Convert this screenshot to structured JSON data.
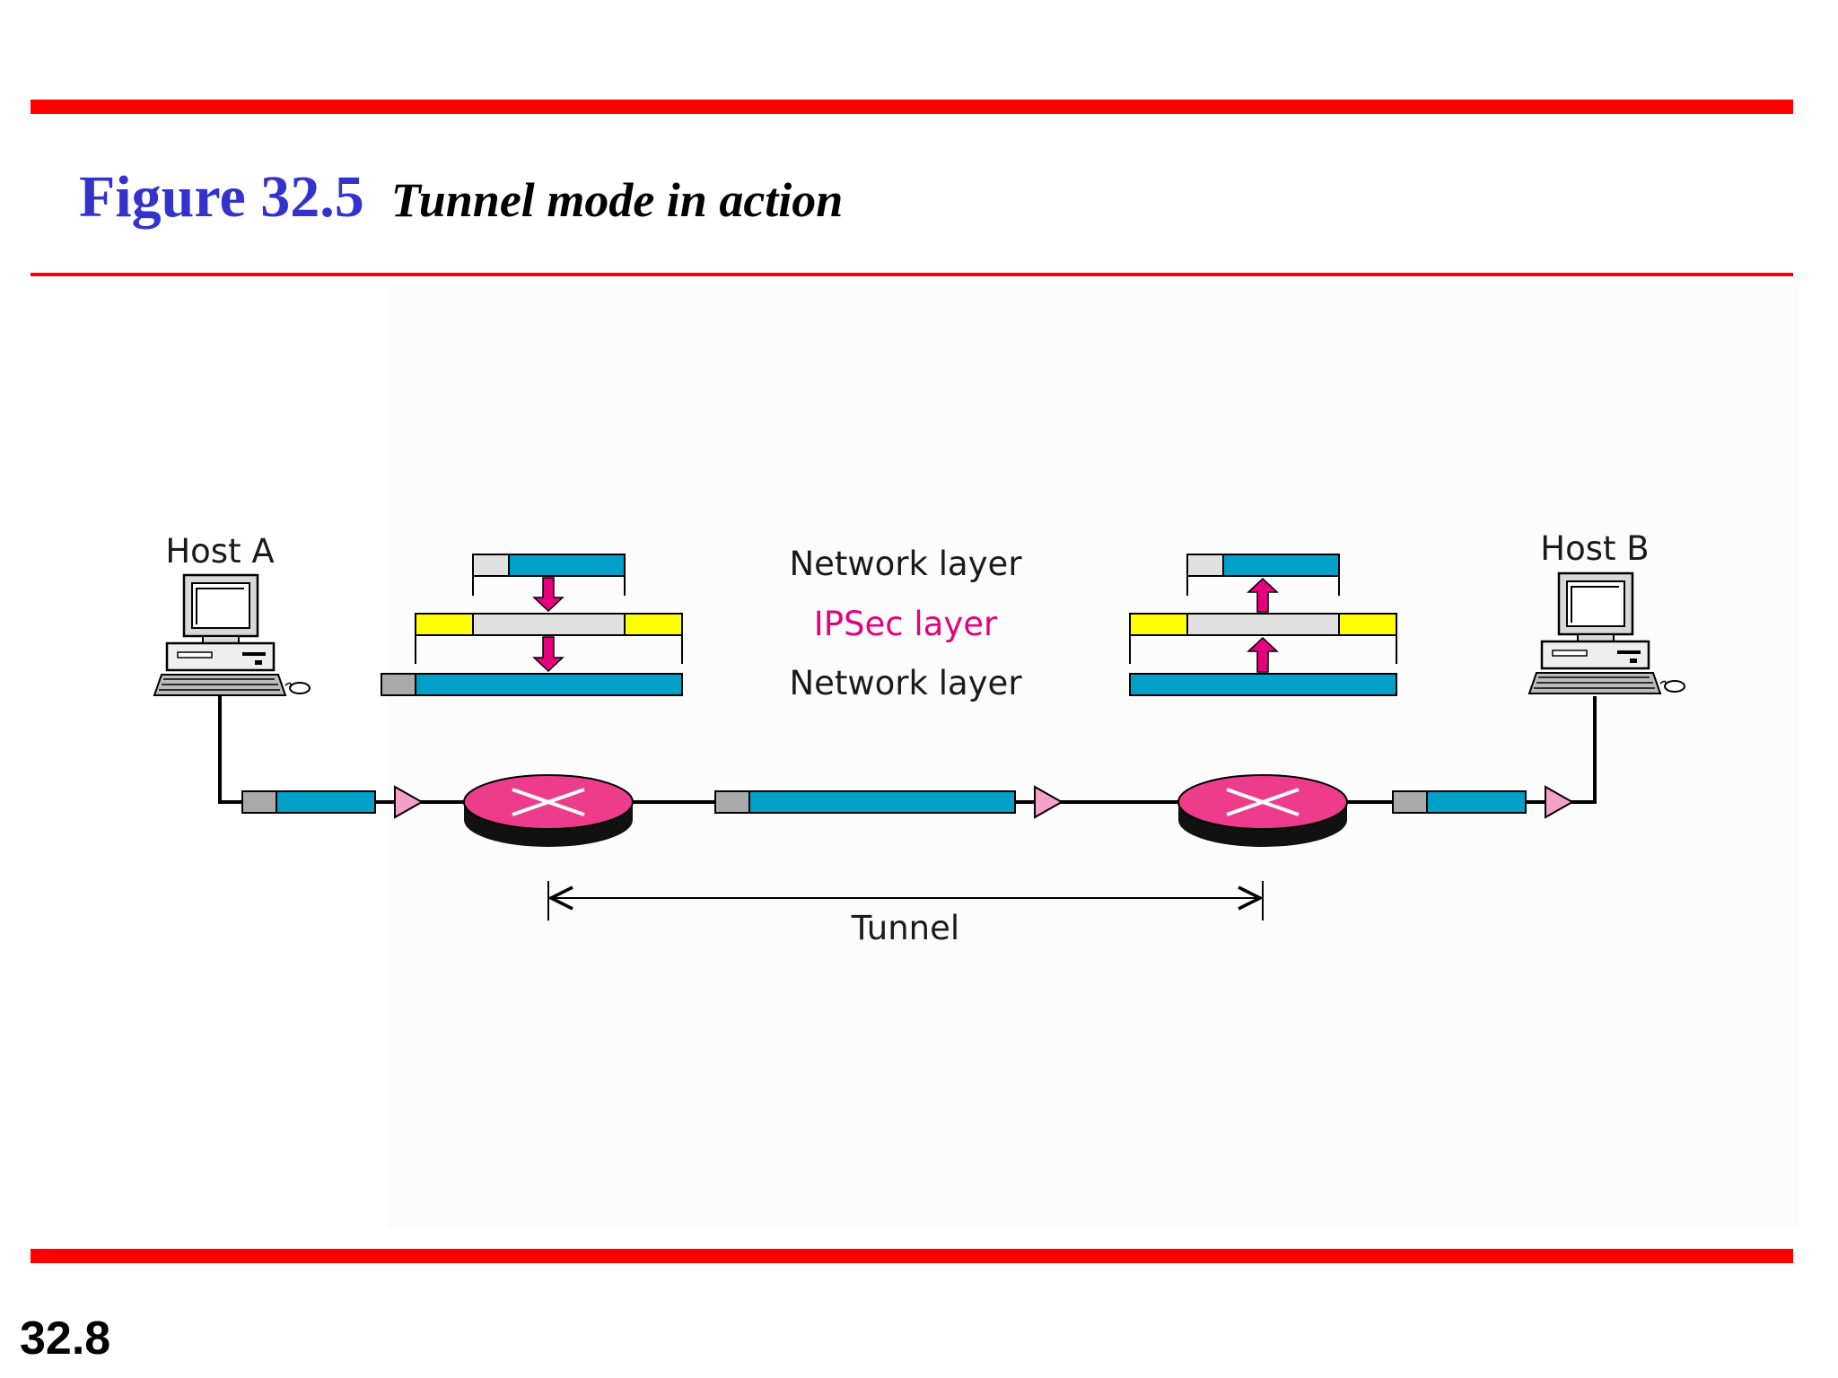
{
  "figure": {
    "number": "Figure 32.5",
    "caption": "Tunnel mode in action"
  },
  "page_number": "32.8",
  "diagram": {
    "host_a_label": "Host A",
    "host_b_label": "Host B",
    "network_layer_top": "Network layer",
    "ipsec_layer": "IPSec layer",
    "network_layer_bottom": "Network layer",
    "tunnel_label": "Tunnel"
  },
  "colors": {
    "rule": "#ff0000",
    "figure_number": "#3333cc",
    "payload": "#00a0c8",
    "ip_header": "#e0e0e0",
    "outer_header": "#aaaaaa",
    "ipsec_trailer": "#ffff00",
    "router": "#ee3c8c",
    "ipsec_text": "#e6007e"
  }
}
